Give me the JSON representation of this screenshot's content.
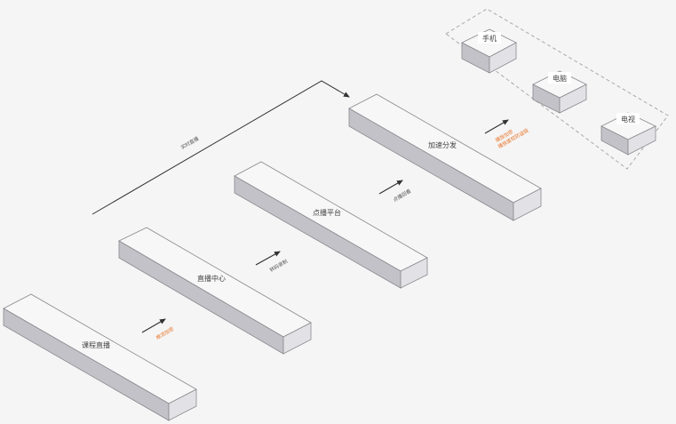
{
  "blocks": {
    "course_live": "课程直播",
    "live_center": "直播中心",
    "vod_platform": "点播平台",
    "cdn_distribution": "加速分发"
  },
  "devices": {
    "phone": "手机",
    "computer": "电脑",
    "tv": "电视"
  },
  "arrows": {
    "encrypt_push": "推流加密",
    "transcode_record": "转码录制",
    "vod_playback": "点播回看",
    "encrypt_play_line1": "播放加密",
    "encrypt_play_line2": "播放鉴权防盗链",
    "realtime_live": "实时直播"
  },
  "colors": {
    "face_top": "#f7f7f7",
    "face_side": "#c3c2c8",
    "face_front": "#e2e2e6",
    "stroke": "#8a8a8f",
    "accent": "#e8762c"
  }
}
